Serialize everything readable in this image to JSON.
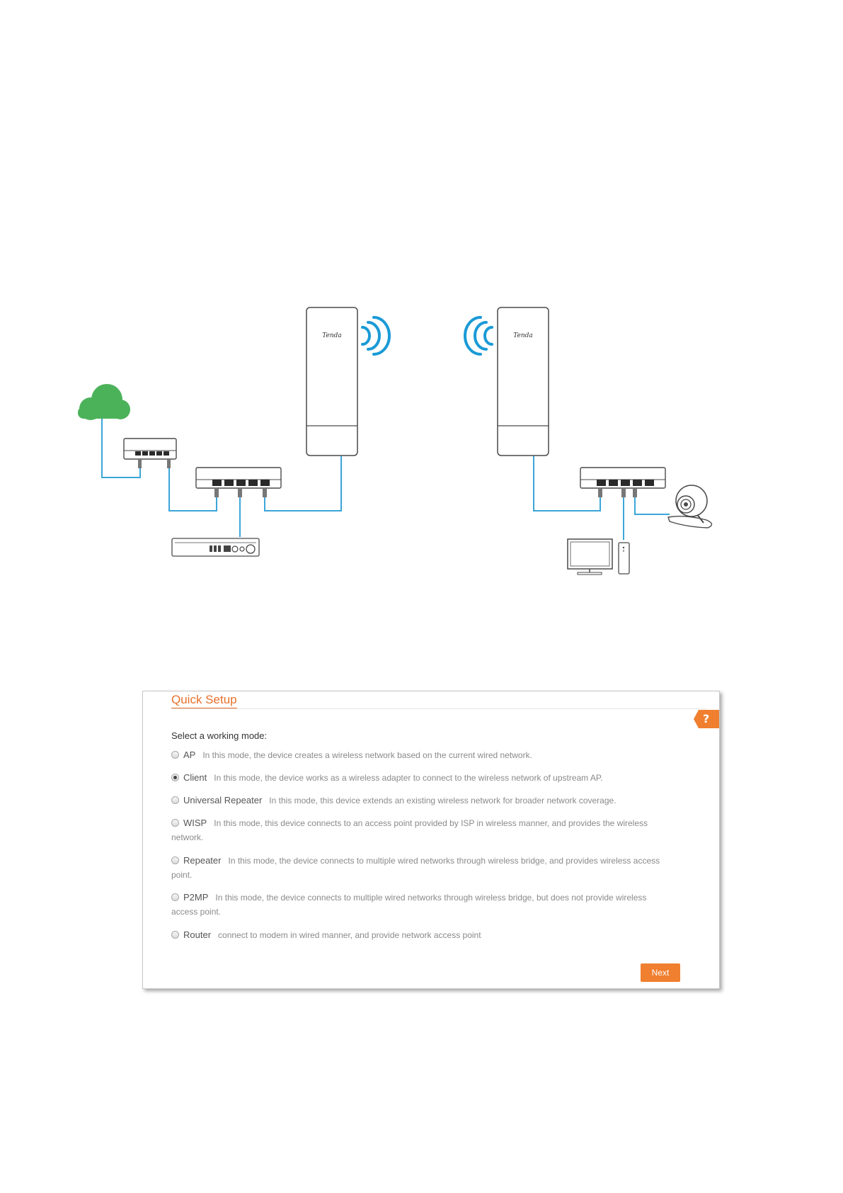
{
  "diagram": {
    "left_cpe_brand": "Tenda",
    "right_cpe_brand": "Tenda",
    "colors": {
      "cable": "#3ba6d9",
      "signal": "#1a9ad6",
      "cloud": "#4cb25a"
    }
  },
  "quick_setup": {
    "title": "Quick Setup",
    "help_label": "?",
    "prompt": "Select a working mode:",
    "modes": [
      {
        "name": "AP",
        "description": "In this mode, the device creates a wireless network based on the current wired network.",
        "selected": false
      },
      {
        "name": "Client",
        "description": "In this mode, the device works as a wireless adapter to connect to the wireless network of upstream AP.",
        "selected": true
      },
      {
        "name": "Universal Repeater",
        "description": "In this mode, this device extends an existing wireless network for broader network coverage.",
        "selected": false
      },
      {
        "name": "WISP",
        "description": "In this mode, this device connects to an access point provided by ISP in wireless manner, and provides the wireless network.",
        "selected": false
      },
      {
        "name": "Repeater",
        "description": "In this mode, the device connects to multiple wired networks through wireless bridge, and provides wireless access point.",
        "selected": false
      },
      {
        "name": "P2MP",
        "description": "In this mode, the device connects to multiple wired networks through wireless bridge, but does not provide wireless access point.",
        "selected": false
      },
      {
        "name": "Router",
        "description": "connect to modem in wired manner, and provide network access point",
        "selected": false
      }
    ],
    "next_label": "Next",
    "accent_color": "#e8702a"
  }
}
